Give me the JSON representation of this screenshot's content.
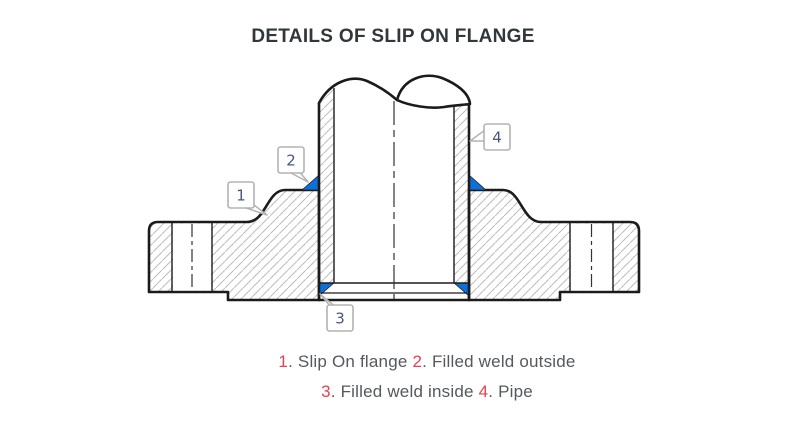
{
  "page": {
    "title": "DETAILS OF SLIP ON FLANGE"
  },
  "callout_labels": [
    "1",
    "2",
    "3",
    "4"
  ],
  "legend": {
    "items": [
      {
        "num": "1",
        "label": ". Slip On flange"
      },
      {
        "num": "2",
        "label": ". Filled weld outside"
      },
      {
        "num": "3",
        "label": ". Filled weld inside"
      },
      {
        "num": "4",
        "label": ". Pipe"
      }
    ]
  },
  "colors": {
    "accent-red": "#e8404f",
    "weld-blue": "#0d6fd8",
    "line": "#1b1b1b",
    "hatch": "#bdbdbd",
    "callout-num": "#475780",
    "box-border": "#b3b3b3",
    "title-color": "#32373c",
    "text-gray": "#54595f"
  }
}
